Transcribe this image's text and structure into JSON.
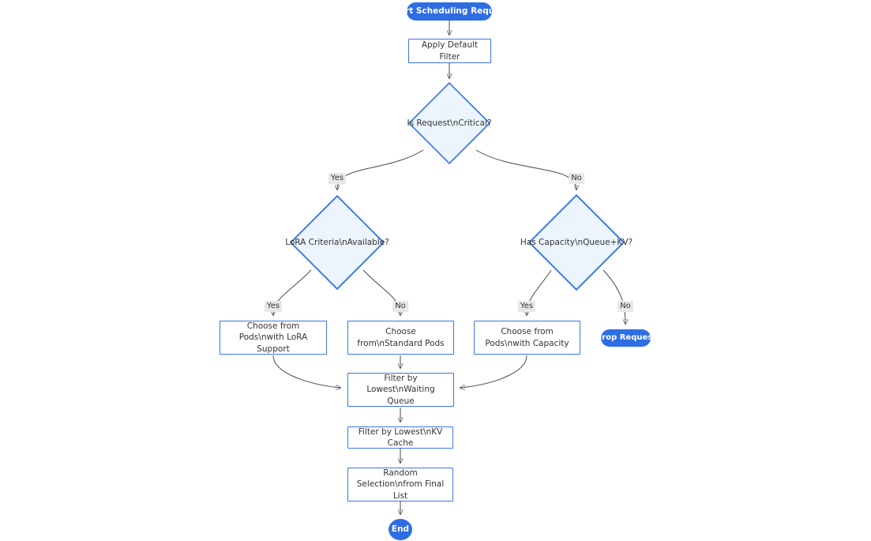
{
  "colors": {
    "accent_blue": "#2e6de4",
    "node_border": "#3b76e3",
    "decision_fill": "#ecf5fd",
    "edge_color": "#4a4a4a",
    "label_bg": "#e8e8e8",
    "text_dark": "#333333",
    "text_on_blue": "#ffffff"
  },
  "flowchart": {
    "nodes": {
      "start": "Start Scheduling Request",
      "apply_default_filter": "Apply Default Filter",
      "is_request_critical": "Is Request\\nCritical?",
      "lora_criteria_available": "LoRA Criteria\\nAvailable?",
      "has_capacity_queue_kv": "Has Capacity\\nQueue+KV?",
      "choose_pods_lora": "Choose from Pods\\nwith LoRA Support",
      "choose_standard_pods": "Choose from\\nStandard Pods",
      "choose_pods_capacity": "Choose from Pods\\nwith Capacity",
      "drop_request": "Drop Request",
      "filter_lowest_waiting_queue": "Filter by Lowest\\nWaiting Queue",
      "filter_lowest_kv_cache": "Filter by Lowest\\nKV Cache",
      "random_selection_final_list": "Random Selection\\nfrom Final List",
      "end": "End"
    },
    "edge_labels": {
      "critical_yes": "Yes",
      "critical_no": "No",
      "lora_yes": "Yes",
      "lora_no": "No",
      "capacity_yes": "Yes",
      "capacity_no": "No"
    }
  }
}
